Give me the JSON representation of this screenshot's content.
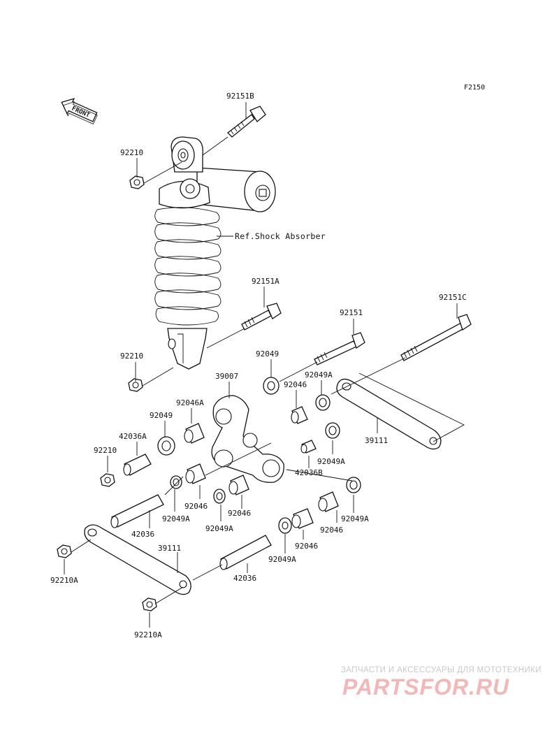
{
  "figure_code": "F2150",
  "front_arrow": {
    "text": "FRONT",
    "icon": "front-arrow-icon"
  },
  "ref_text": "Ref.Shock Absorber",
  "callouts": {
    "p92151B": "92151B",
    "p92210_top": "92210",
    "p92151A": "92151A",
    "p92151": "92151",
    "p92151C": "92151C",
    "p92210_mid": "92210",
    "p92049_top": "92049",
    "p39007": "39007",
    "p92046_top": "92046",
    "p92049A_top": "92049A",
    "p92046A": "92046A",
    "p92049_left": "92049",
    "p42036A": "42036A",
    "p39111_right": "39111",
    "p92210_left": "92210",
    "p92049A_right_mid": "92049A",
    "p42036B": "42036B",
    "p92046_mid1": "92046",
    "p92046_mid2": "92046",
    "p92049A_mid1": "92049A",
    "p92049A_mid2": "92049A",
    "p92049A_right_low": "92049A",
    "p92046_right_low": "92046",
    "p42036_left": "42036",
    "p39111_left": "39111",
    "p92046_low": "92046",
    "p92049A_low": "92049A",
    "p42036_low": "42036",
    "p92210A_left": "92210A",
    "p92210A_bottom": "92210A"
  },
  "watermark": {
    "tagline": "ЗАПЧАСТИ И АКСЕССУАРЫ ДЛЯ МОТОТЕХНИКИ",
    "logo_text": "PARTSFOR.RU",
    "color_tagline": "#c9c9c9",
    "color_logo": "#f2b7b7"
  }
}
